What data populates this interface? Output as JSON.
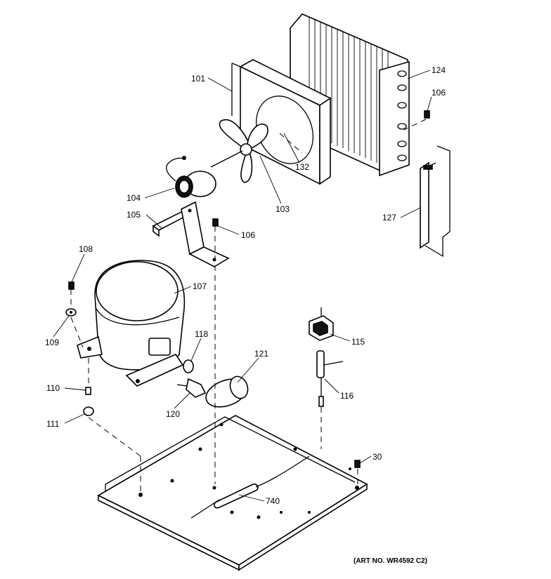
{
  "callouts": {
    "c101": "101",
    "c124": "124",
    "c106a": "106",
    "c132": "132",
    "c104": "104",
    "c103": "103",
    "c127": "127",
    "c105": "105",
    "c106b": "106",
    "c108": "108",
    "c107": "107",
    "c109": "109",
    "c118": "118",
    "c115": "115",
    "c121": "121",
    "c110": "110",
    "c120": "120",
    "c116": "116",
    "c111": "111",
    "c30": "30",
    "c740": "740"
  },
  "art_number": "(ART NO. WR4592 C2)"
}
